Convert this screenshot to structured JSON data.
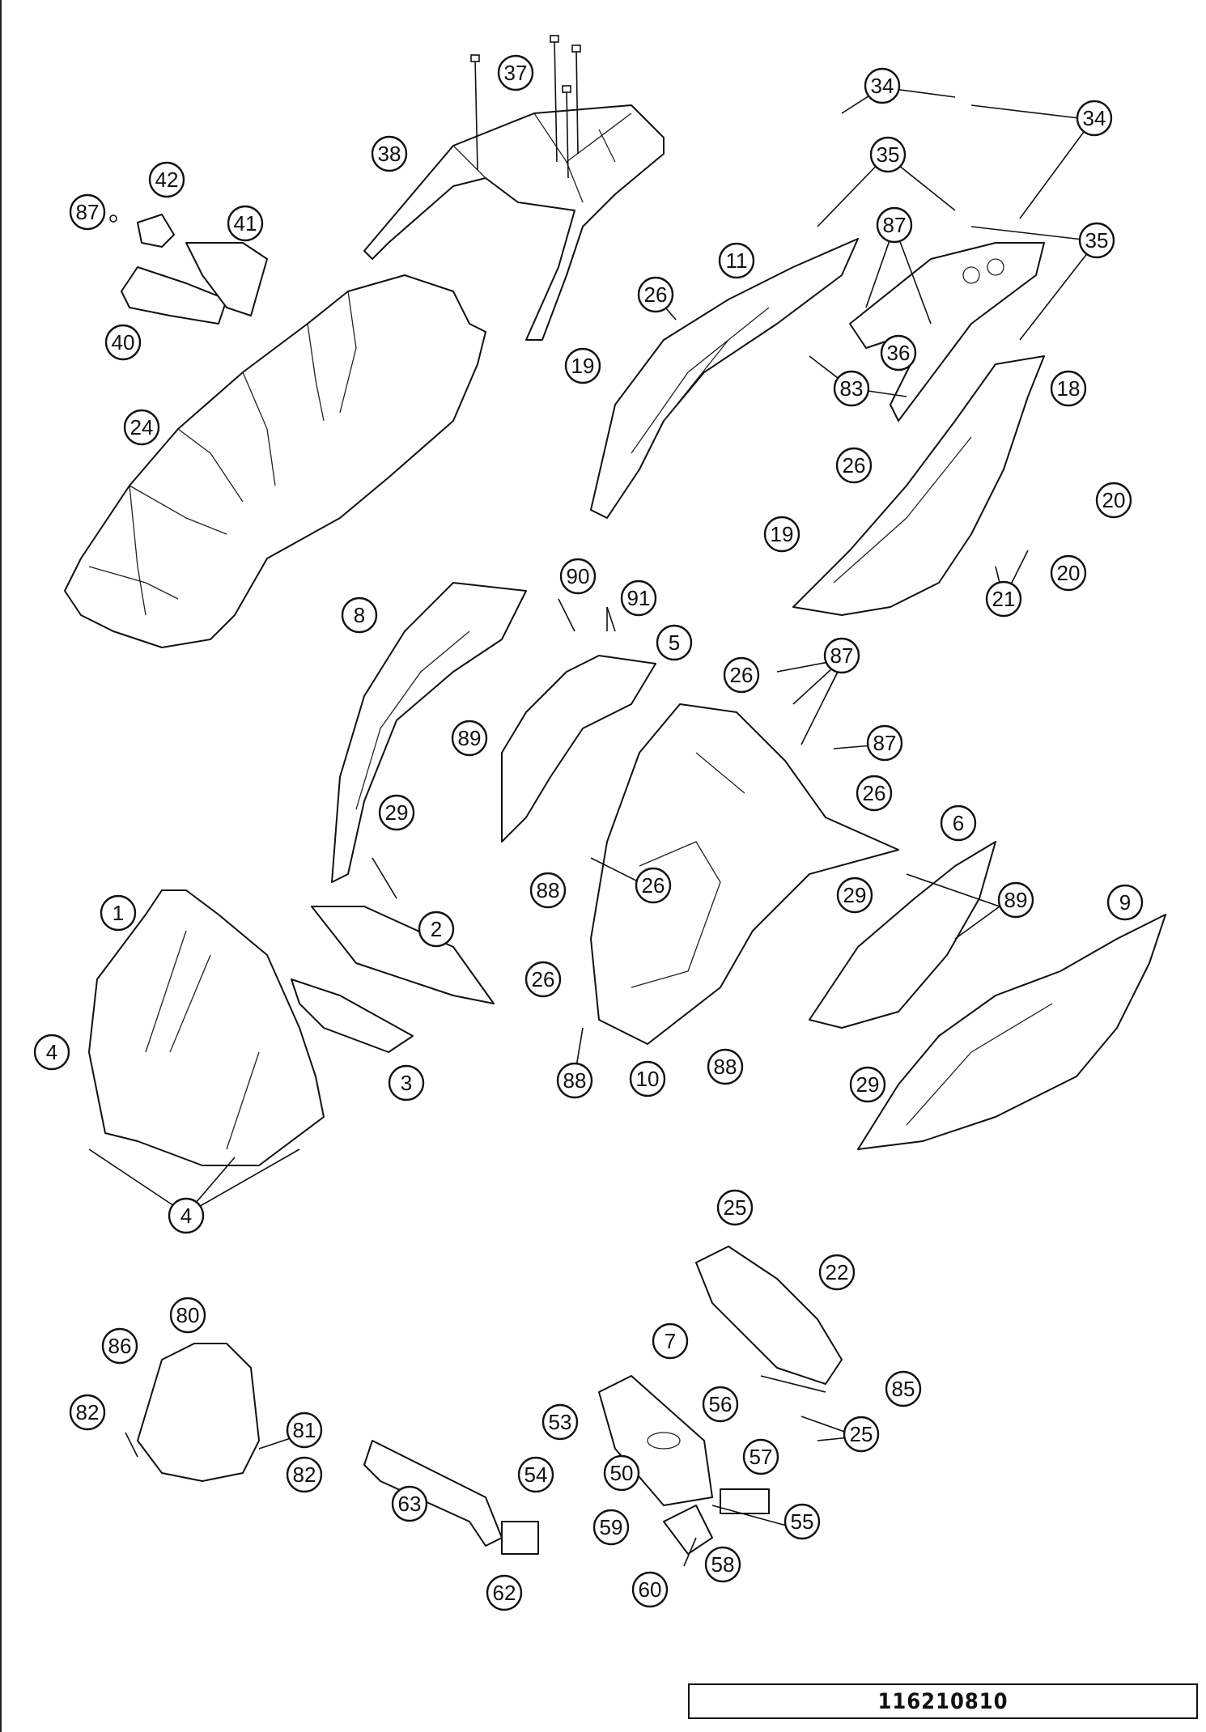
{
  "diagram": {
    "reference_number": "116210810",
    "part_labels": {
      "p1": "1",
      "p2": "2",
      "p3": "3",
      "p4": "4",
      "p5": "5",
      "p6": "6",
      "p7": "7",
      "p8": "8",
      "p9": "9",
      "p10": "10",
      "p11": "11",
      "p18": "18",
      "p19": "19",
      "p20": "20",
      "p21": "21",
      "p22": "22",
      "p24": "24",
      "p25": "25",
      "p26": "26",
      "p29": "29",
      "p34": "34",
      "p35": "35",
      "p36": "36",
      "p37": "37",
      "p38": "38",
      "p40": "40",
      "p41": "41",
      "p42": "42",
      "p50": "50",
      "p53": "53",
      "p54": "54",
      "p55": "55",
      "p56": "56",
      "p57": "57",
      "p58": "58",
      "p59": "59",
      "p60": "60",
      "p62": "62",
      "p63": "63",
      "p80": "80",
      "p81": "81",
      "p82": "82",
      "p83": "83",
      "p85": "85",
      "p86": "86",
      "p87": "87",
      "p88": "88",
      "p89": "89",
      "p90": "90",
      "p91": "91"
    }
  }
}
